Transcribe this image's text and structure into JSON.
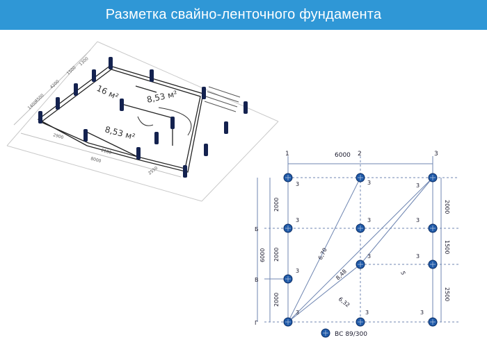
{
  "title": "Разметка свайно-ленточного фундамента",
  "colors": {
    "banner": "#2f97d6",
    "line": "#6f86b2",
    "pile_fill": "#1f5aa8",
    "iso_pile": "#14224f",
    "text": "#1a1a2e"
  },
  "iso_plan": {
    "room_areas": [
      "16 м²",
      "8,53 м²",
      "8,53 м²"
    ],
    "dimension_labels": [
      "4200",
      "1500",
      "1300",
      "1400",
      "4500",
      "2900",
      "2100",
      "8000",
      "2550"
    ]
  },
  "grid_plan": {
    "column_axes": [
      "1",
      "2",
      "3"
    ],
    "row_axes": [
      "Б",
      "В",
      "Г"
    ],
    "top_dimension": "6000",
    "left_total_dimension": "6000",
    "left_dimensions": [
      "2000",
      "2000",
      "2000"
    ],
    "right_dimensions": [
      "2000",
      "1500",
      "2500"
    ],
    "diagonals": [
      "6,70",
      "8,48",
      "6,32",
      "5"
    ],
    "pile_labels": [
      "3",
      "3",
      "3",
      "3",
      "3",
      "3",
      "3",
      "3",
      "3",
      "3",
      "3",
      "3"
    ]
  },
  "legend": {
    "pile_label": "ВС 89/300",
    "icon": "pile-circle-icon"
  }
}
